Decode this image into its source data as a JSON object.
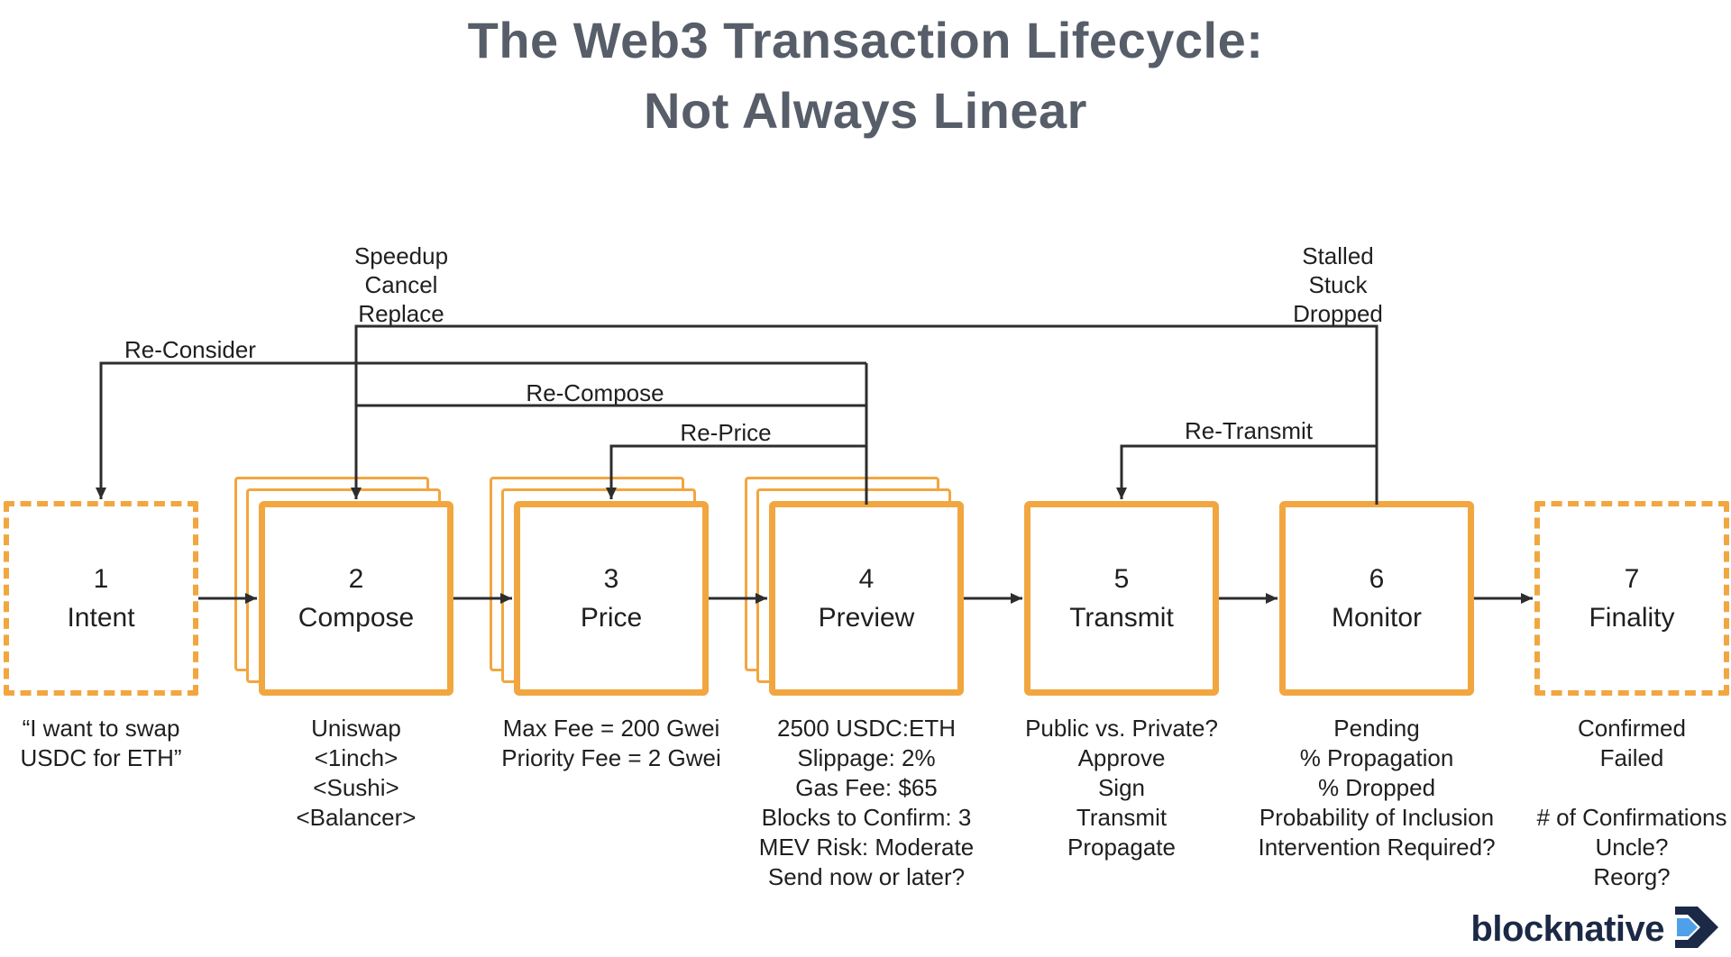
{
  "title": {
    "line1": "The Web3 Transaction Lifecycle:",
    "line2": "Not Always Linear"
  },
  "stages": [
    {
      "number": "1",
      "label": "Intent",
      "style": "dashed",
      "notes": [
        "“I want to swap",
        "USDC for ETH”"
      ]
    },
    {
      "number": "2",
      "label": "Compose",
      "style": "stacked",
      "notes": [
        "Uniswap",
        "<1inch>",
        "<Sushi>",
        "<Balancer>"
      ]
    },
    {
      "number": "3",
      "label": "Price",
      "style": "stacked",
      "notes": [
        "Max Fee = 200 Gwei",
        "Priority Fee = 2 Gwei"
      ]
    },
    {
      "number": "4",
      "label": "Preview",
      "style": "stacked",
      "notes": [
        "2500 USDC:ETH",
        "Slippage: 2%",
        "Gas Fee: $65",
        "Blocks to Confirm: 3",
        "MEV Risk: Moderate",
        "Send now or later?"
      ]
    },
    {
      "number": "5",
      "label": "Transmit",
      "style": "solid",
      "notes": [
        "Public vs. Private?",
        "Approve",
        "Sign",
        "Transmit",
        "Propagate"
      ]
    },
    {
      "number": "6",
      "label": "Monitor",
      "style": "solid",
      "notes": [
        "Pending",
        "% Propagation",
        "% Dropped",
        "Probability of Inclusion",
        "Intervention Required?"
      ]
    },
    {
      "number": "7",
      "label": "Finality",
      "style": "dashed",
      "notes": [
        "Confirmed",
        "Failed",
        "",
        "# of Confirmations",
        "Uncle?",
        "Reorg?"
      ]
    }
  ],
  "loops": {
    "reconsider": "Re-Consider",
    "recompose": "Re-Compose",
    "reprice": "Re-Price",
    "retransmit": "Re-Transmit",
    "speedup": [
      "Speedup",
      "Cancel",
      "Replace"
    ],
    "stalled": [
      "Stalled",
      "Stuck",
      "Dropped"
    ]
  },
  "logo": {
    "wordmark": "blocknative"
  },
  "colors": {
    "accent_orange": "#f2a640",
    "line_dark": "#2d2d2d",
    "title_gray": "#575e69",
    "logo_navy": "#1b2946",
    "logo_blue": "#4fa0e8"
  }
}
